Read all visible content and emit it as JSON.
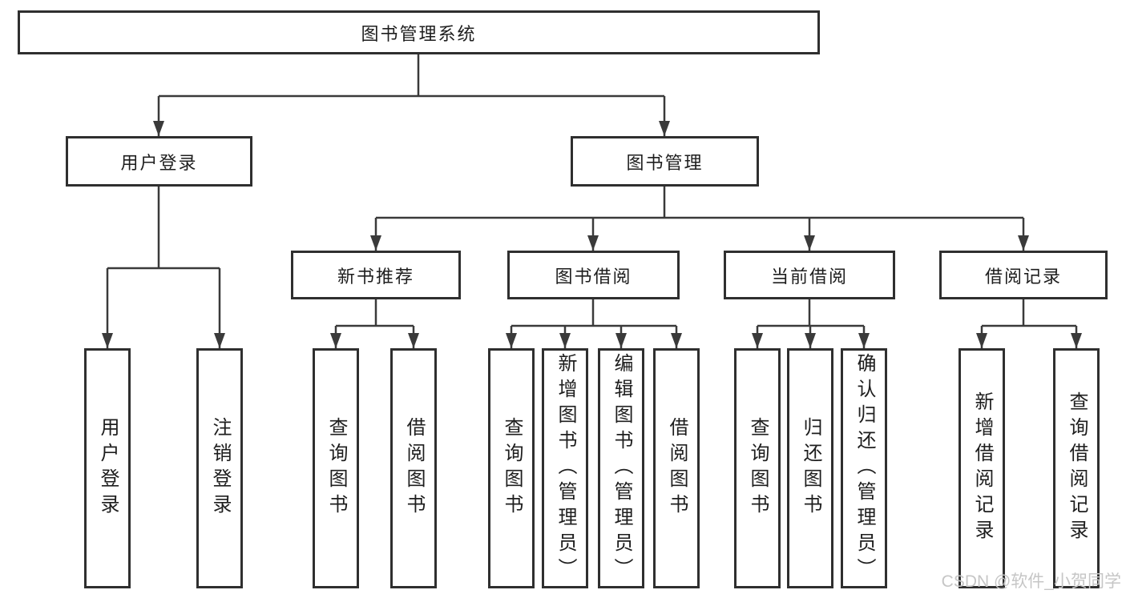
{
  "root": {
    "label": "图书管理系统"
  },
  "level2": {
    "user_login": "用户登录",
    "book_management": "图书管理"
  },
  "level3": {
    "new_book_recommend": "新书推荐",
    "book_borrowing": "图书借阅",
    "current_borrowing": "当前借阅",
    "borrow_records": "借阅记录"
  },
  "leaves": {
    "user_login": [
      "用户登录",
      "注销登录"
    ],
    "new_book_recommend": [
      "查询图书",
      "借阅图书"
    ],
    "book_borrowing": [
      "查询图书",
      "新增图书（管理员）",
      "编辑图书（管理员）",
      "借阅图书"
    ],
    "current_borrowing": [
      "查询图书",
      "归还图书",
      "确认归还（管理员）"
    ],
    "borrow_records": [
      "新增借阅记录",
      "查询借阅记录"
    ]
  },
  "watermark": {
    "text": "CSDN @软件_小贺同学"
  },
  "colors": {
    "line": "#3a3a3a",
    "border": "#2f2f2f",
    "text": "#1e1e1e",
    "background": "#ffffff",
    "watermark": "#c6c6c6"
  }
}
